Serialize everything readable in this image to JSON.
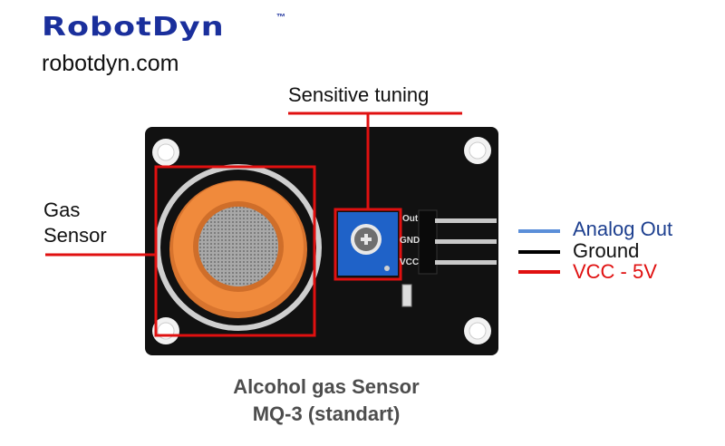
{
  "brand": {
    "logo_text": "RobotDyn",
    "trademark": "™",
    "website": "robotdyn.com"
  },
  "labels": {
    "sensitive_tuning": "Sensitive tuning",
    "gas_sensor_line1": "Gas",
    "gas_sensor_line2": "Sensor"
  },
  "pins": {
    "out": "Out",
    "gnd": "GND",
    "vcc": "VCC"
  },
  "legend": [
    {
      "label": "Analog Out",
      "color": "#5b8fd9",
      "text_color": "#1d3f8f"
    },
    {
      "label": "Ground",
      "color": "#000000",
      "text_color": "#111111"
    },
    {
      "label": "VCC - 5V",
      "color": "#e01010",
      "text_color": "#e01010"
    }
  ],
  "caption": {
    "line1": "Alcohol gas Sensor",
    "line2": "MQ-3 (standart)"
  },
  "colors": {
    "callout": "#e01010",
    "board": "#111111",
    "sensor_ring": "#f08a3c",
    "pot": "#1f62c8"
  }
}
